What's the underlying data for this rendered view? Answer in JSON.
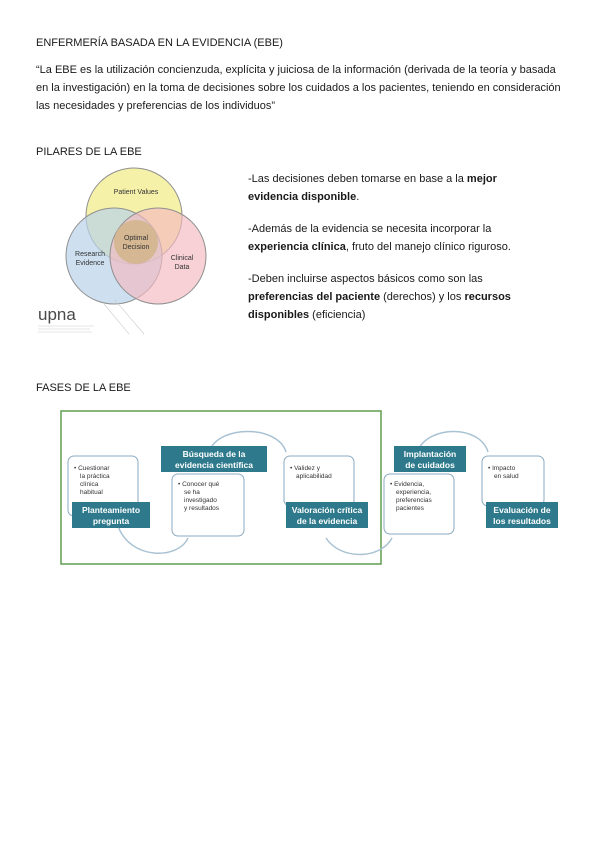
{
  "header": {
    "title": "ENFERMERÍA BASADA EN LA EVIDENCIA (EBE)",
    "quote": "“La EBE es la utilización concienzuda, explícita y juiciosa de la información (derivada de la teoría y basada en la investigación) en la toma de decisiones sobre los cuidados a los pacientes, teniendo en consideración las necesidades y preferencias de los individuos”"
  },
  "pilares": {
    "heading": "PILARES DE LA EBE",
    "venn": {
      "top_label": "Patient Values",
      "left_label_1": "Research",
      "left_label_2": "Evidence",
      "right_label_1": "Clinical",
      "right_label_2": "Data",
      "center_label_1": "Optimal",
      "center_label_2": "Decision",
      "logo": "upna",
      "colors": {
        "top": "#f3ef9a",
        "left": "#b9d3ea",
        "right": "#f2b9c0",
        "center": "#d3b58e"
      }
    },
    "points": [
      {
        "pre": "-Las decisiones deben tomarse en base a la ",
        "bold": "mejor evidencia disponible",
        "post": "."
      },
      {
        "pre": "-Además de la evidencia se necesita incorporar la ",
        "bold": "experiencia clínica",
        "post": ", fruto del manejo clínico riguroso."
      },
      {
        "pre": "-Deben incluirse aspectos básicos como son las ",
        "bold": "preferencias del paciente",
        "mid": " (derechos) y los ",
        "bold2": "recursos disponibles",
        "post": " (eficiencia)"
      }
    ]
  },
  "fases": {
    "heading": "FASES DE LA EBE",
    "colors": {
      "teal": "#2e7a8c",
      "border": "#5f9e4f",
      "box_border": "#8aa9c0"
    },
    "steps": [
      {
        "title_1": "Planteamiento",
        "title_2": "pregunta",
        "bullet_1": "• Cuestionar",
        "bullet_2": "la práctica",
        "bullet_3": "clínica",
        "bullet_4": "habitual"
      },
      {
        "title_1": "Búsqueda de la",
        "title_2": "evidencia científica",
        "bullet_1": "• Conocer qué",
        "bullet_2": "se ha",
        "bullet_3": "investigado",
        "bullet_4": "y resultados"
      },
      {
        "title_1": "Valoración crítica",
        "title_2": "de la evidencia",
        "bullet_1": "• Validez y",
        "bullet_2": "aplicabilidad"
      },
      {
        "title_1": "Implantación",
        "title_2": "de cuidados",
        "bullet_1": "• Evidencia,",
        "bullet_2": "experiencia,",
        "bullet_3": "preferencias",
        "bullet_4": "pacientes"
      },
      {
        "title_1": "Evaluación de",
        "title_2": "los resultados",
        "bullet_1": "• Impacto",
        "bullet_2": "en salud"
      }
    ]
  }
}
